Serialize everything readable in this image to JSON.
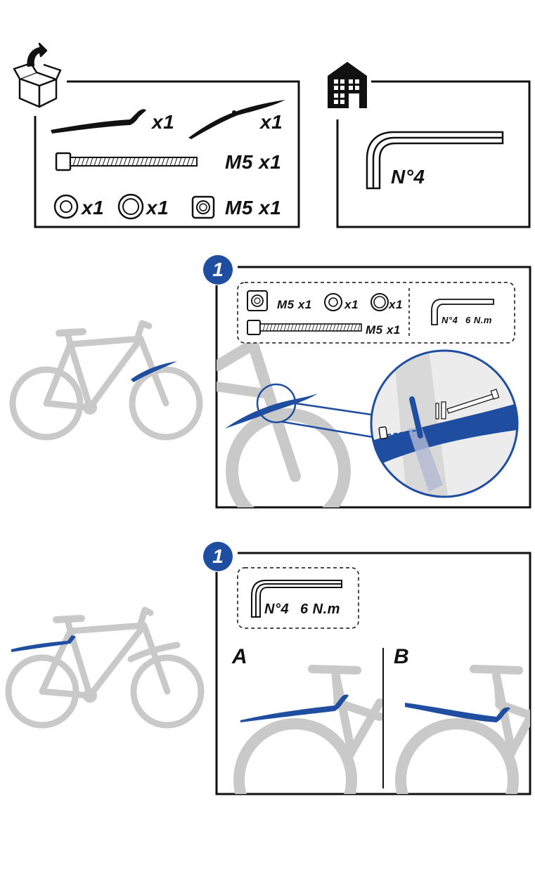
{
  "colors": {
    "accent": "#1f4ea1",
    "ink": "#111111",
    "bike": "#c9c9c9"
  },
  "contents_panel": {
    "icon": "open-box-icon",
    "rear_mudguard_qty": "x1",
    "front_mudguard_qty": "x1",
    "bolt_label": "M5 x1",
    "washer_qty": "x1",
    "spacer_qty": "x1",
    "nut_label": "M5 x1"
  },
  "tools_panel": {
    "icon": "house-icon",
    "wrench_label": "N°4"
  },
  "step_front": {
    "number": "1",
    "nut_label": "M5 x1",
    "washer_qty": "x1",
    "spacer_qty": "x1",
    "bolt_label": "M5 x1",
    "wrench_size": "N°4",
    "torque": "6 N.m"
  },
  "step_rear": {
    "number": "1",
    "wrench_size": "N°4",
    "torque": "6 N.m",
    "option_a": "A",
    "option_b": "B"
  }
}
